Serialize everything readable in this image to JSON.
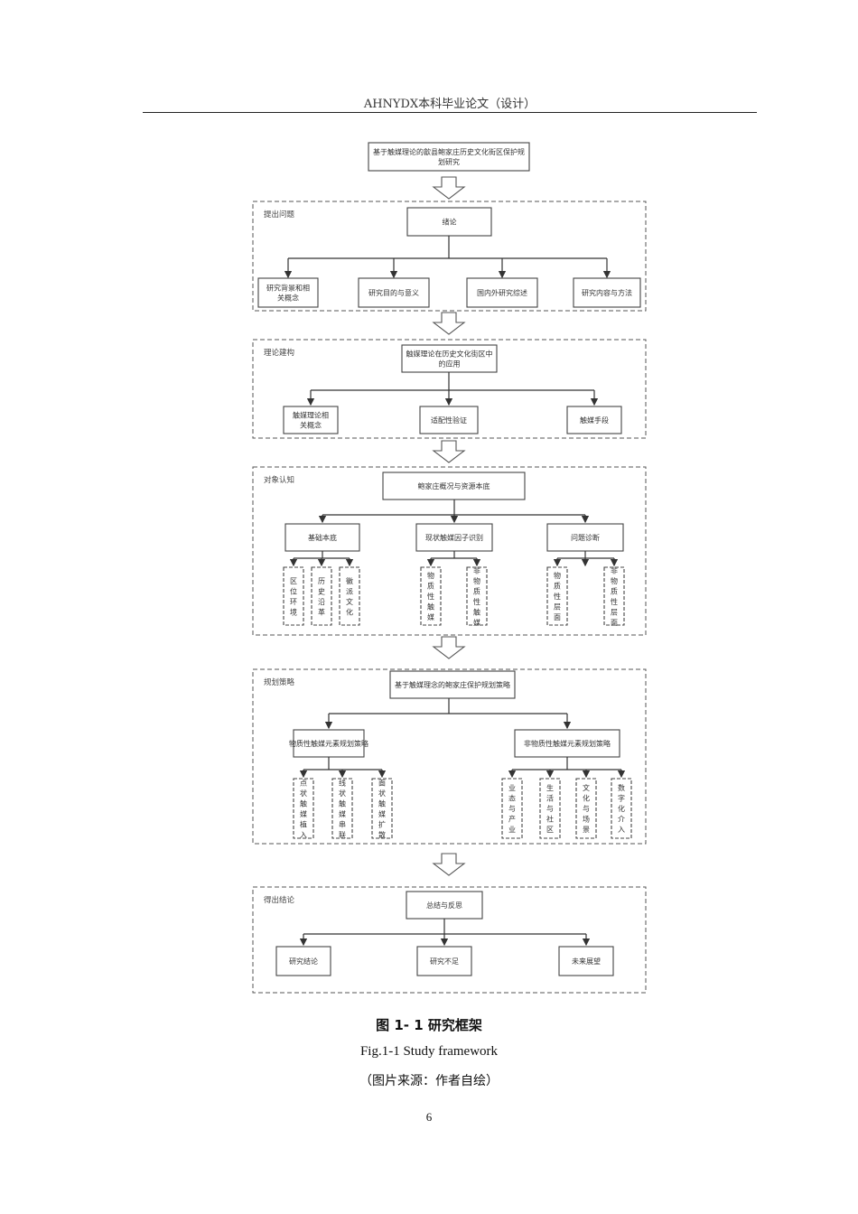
{
  "page": {
    "header": "AHNYDX本科毕业论文（设计）",
    "page_number": "6"
  },
  "figure": {
    "top_title": [
      "基于触媒理论的歙县鲍家庄历史文化街区保护规",
      "划研究"
    ],
    "sections": {
      "s1": {
        "label": "提出问题",
        "main": [
          "绪论"
        ],
        "children": [
          [
            "研究背景和相",
            "关概念"
          ],
          [
            "研究目的与意义"
          ],
          [
            "国内外研究综述"
          ],
          [
            "研究内容与方法"
          ]
        ]
      },
      "s2": {
        "label": "理论建构",
        "main": [
          "触媒理论在历史文化街区中",
          "的应用"
        ],
        "children": [
          [
            "触媒理论相",
            "关概念"
          ],
          [
            "适配性验证"
          ],
          [
            "触媒手段"
          ]
        ]
      },
      "s3": {
        "label": "对象认知",
        "main": [
          "鲍家庄概况与资源本底"
        ],
        "groups": [
          {
            "label": "基础本底",
            "items": [
              "区位环境",
              "历史沿革",
              "徽派文化"
            ]
          },
          {
            "label": "现状触媒因子识别",
            "items": [
              "物质性触媒",
              "非物质性触媒"
            ]
          },
          {
            "label": "问题诊断",
            "items": [
              "物质性层面",
              "非物质性层面"
            ]
          }
        ]
      },
      "s4": {
        "label": "规划策略",
        "main": [
          "基于触媒理念的鲍家庄保护规划策略"
        ],
        "groups": [
          {
            "label": "物质性触媒元素规划策略",
            "items": [
              "点状触媒植入",
              "线状触媒串联",
              "面状触媒扩散"
            ]
          },
          {
            "label": "非物质性触媒元素规划策略",
            "items": [
              "业态与产业",
              "生活与社区",
              "文化与场景",
              "数字化介入"
            ]
          }
        ]
      },
      "s5": {
        "label": "得出结论",
        "main": [
          "总结与反思"
        ],
        "children": [
          [
            "研究结论"
          ],
          [
            "研究不足"
          ],
          [
            "未来展望"
          ]
        ]
      }
    }
  },
  "caption": {
    "zh": "图 1- 1  研究框架",
    "en": "Fig.1-1 Study framework",
    "source": "（图片来源：作者自绘）"
  }
}
